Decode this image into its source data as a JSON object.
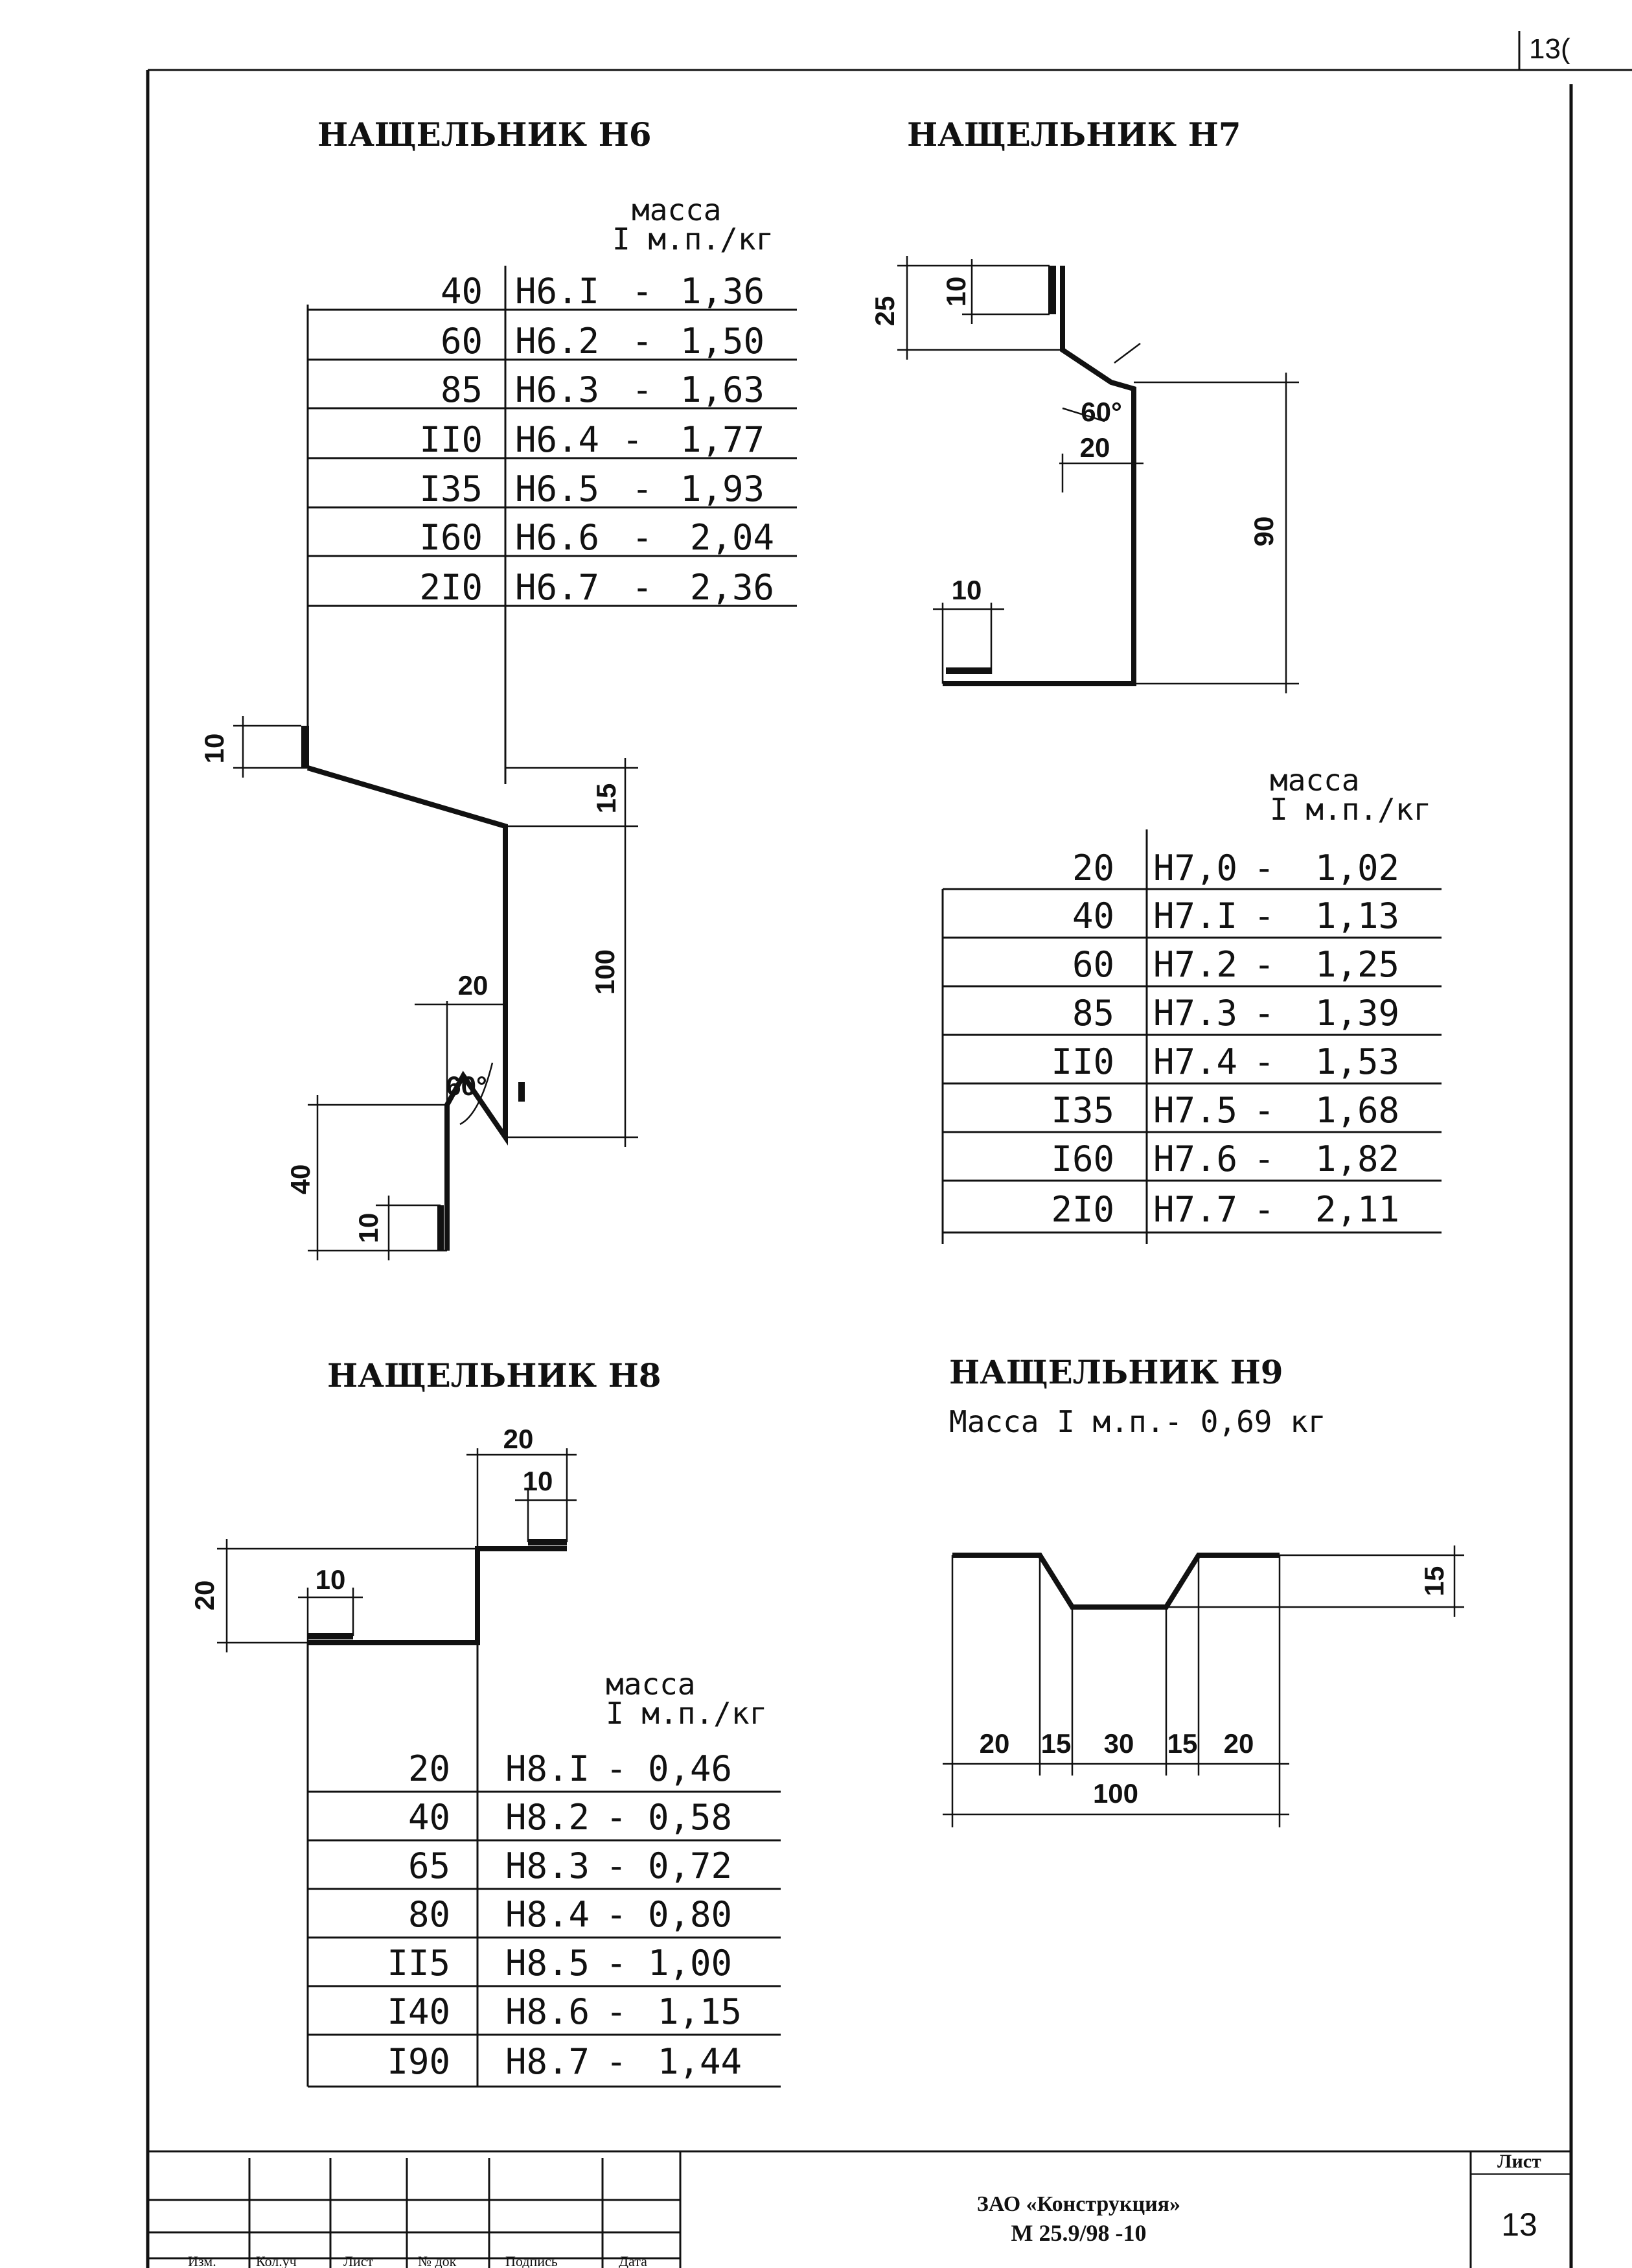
{
  "sheet": {
    "corner_tab": "13(",
    "title_block": {
      "company": "ЗАО «Конструкция»",
      "code": "М 25.9/98 -10",
      "sheet_label": "Лист",
      "sheet_no": "13",
      "col_labels": [
        "Изм.",
        "Кол.уч",
        "Лист",
        "№ док",
        "Подпись",
        "Дата"
      ]
    }
  },
  "h6": {
    "title": "НАЩЕЛЬНИК Н6",
    "mass_header": [
      "масса",
      "I м.п./кг"
    ],
    "rows": [
      {
        "len": "40",
        "code": "Н6.I",
        "mass": "1,36"
      },
      {
        "len": "60",
        "code": "Н6.2",
        "mass": "1,50"
      },
      {
        "len": "85",
        "code": "Н6.3",
        "mass": "1,63"
      },
      {
        "len": "II0",
        "code": "Н6.4",
        "mass": "1,77"
      },
      {
        "len": "I35",
        "code": "Н6.5",
        "mass": "1,93"
      },
      {
        "len": "I60",
        "code": "Н6.6",
        "mass": "2,04"
      },
      {
        "len": "2I0",
        "code": "Н6.7",
        "mass": "2,36"
      }
    ],
    "dims": {
      "d10a": "10",
      "d15": "15",
      "d100": "100",
      "d20": "20",
      "angle": "60°",
      "d40": "40",
      "d10b": "10"
    }
  },
  "h7": {
    "title": "НАЩЕЛЬНИК Н7",
    "mass_header": [
      "масса",
      "I м.п./кг"
    ],
    "rows": [
      {
        "len": "20",
        "code": "Н7,0",
        "mass": "1,02"
      },
      {
        "len": "40",
        "code": "Н7.I",
        "mass": "1,13"
      },
      {
        "len": "60",
        "code": "Н7.2",
        "mass": "1,25"
      },
      {
        "len": "85",
        "code": "Н7.3",
        "mass": "1,39"
      },
      {
        "len": "II0",
        "code": "Н7.4",
        "mass": "1,53"
      },
      {
        "len": "I35",
        "code": "Н7.5",
        "mass": "1,68"
      },
      {
        "len": "I60",
        "code": "Н7.6",
        "mass": "1,82"
      },
      {
        "len": "2I0",
        "code": "Н7.7",
        "mass": "2,11"
      }
    ],
    "dims": {
      "d25": "25",
      "d10a": "10",
      "angle": "60°",
      "d20": "20",
      "d90": "90",
      "d10b": "10"
    }
  },
  "h8": {
    "title": "НАЩЕЛЬНИК Н8",
    "mass_header": [
      "масса",
      "I м.п./кг"
    ],
    "rows": [
      {
        "len": "20",
        "code": "Н8.I",
        "mass": "0,46"
      },
      {
        "len": "40",
        "code": "Н8.2",
        "mass": "0,58"
      },
      {
        "len": "65",
        "code": "Н8.3",
        "mass": "0,72"
      },
      {
        "len": "80",
        "code": "Н8.4",
        "mass": "0,80"
      },
      {
        "len": "II5",
        "code": "Н8.5",
        "mass": "1,00"
      },
      {
        "len": "I40",
        "code": "Н8.6",
        "mass": "1,15"
      },
      {
        "len": "I90",
        "code": "Н8.7",
        "mass": "1,44"
      }
    ],
    "dims": {
      "d20top": "20",
      "d10top": "10",
      "d20left": "20",
      "d10bot": "10"
    }
  },
  "h9": {
    "title": "НАЩЕЛЬНИК Н9",
    "mass_line": "Масса I м.п.- 0,69 кг",
    "dims": {
      "d15": "15",
      "s1": "20",
      "s2": "15",
      "s3": "30",
      "s4": "15",
      "s5": "20",
      "total": "100"
    }
  }
}
